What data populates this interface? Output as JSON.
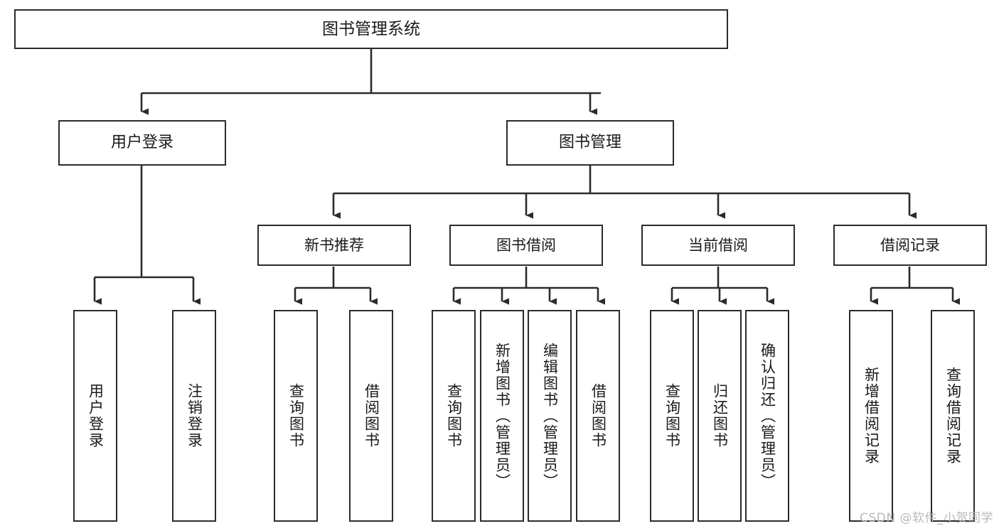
{
  "diagram": {
    "title": "图书管理系统",
    "watermark": "CSDN @软件_小贺同学",
    "colors": {
      "stroke": "#2b2b2b",
      "fill": "#ffffff",
      "text": "#1a1a1a",
      "watermark": "#b8b8b8"
    },
    "root": {
      "label": "图书管理系统"
    },
    "level2": [
      {
        "label": "用户登录"
      },
      {
        "label": "图书管理"
      }
    ],
    "level3": [
      {
        "label": "新书推荐"
      },
      {
        "label": "图书借阅"
      },
      {
        "label": "当前借阅"
      },
      {
        "label": "借阅记录"
      }
    ],
    "leaves": [
      {
        "label": "用户登录"
      },
      {
        "label": "注销登录"
      },
      {
        "label": "查询图书"
      },
      {
        "label": "借阅图书"
      },
      {
        "label": "查询图书"
      },
      {
        "label": "新增图书（管理员）"
      },
      {
        "label": "编辑图书（管理员）"
      },
      {
        "label": "借阅图书"
      },
      {
        "label": "查询图书"
      },
      {
        "label": "归还图书"
      },
      {
        "label": "确认归还（管理员）"
      },
      {
        "label": "新增借阅记录"
      },
      {
        "label": "查询借阅记录"
      }
    ]
  }
}
